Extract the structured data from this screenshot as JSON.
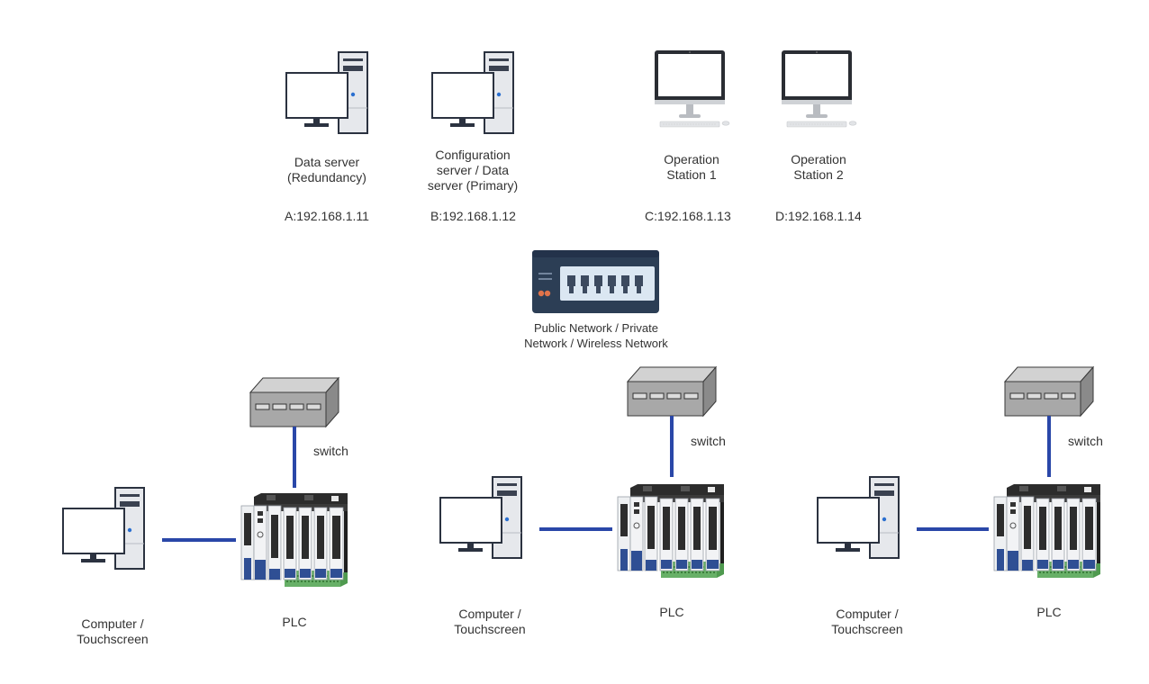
{
  "servers": [
    {
      "name": "Data server\n(Redundancy)",
      "ip": "A:192.168.1.11"
    },
    {
      "name": "Configuration\nserver / Data\nserver (Primary)",
      "ip": "B:192.168.1.12"
    }
  ],
  "stations": [
    {
      "name": "Operation\nStation 1",
      "ip": "C:192.168.1.13"
    },
    {
      "name": "Operation\nStation 2",
      "ip": "D:192.168.1.14"
    }
  ],
  "network": {
    "label": "Public Network / Private\nNetwork / Wireless Network"
  },
  "field_groups": [
    {
      "computer_label": "Computer /\nTouchscreen",
      "plc_label": "PLC",
      "switch_label": "switch"
    },
    {
      "computer_label": "Computer /\nTouchscreen",
      "plc_label": "PLC",
      "switch_label": "switch"
    },
    {
      "computer_label": "Computer /\nTouchscreen",
      "plc_label": "PLC",
      "switch_label": "switch"
    }
  ],
  "colors": {
    "link": "#2a47a8",
    "switch_body": "#a8a8a8",
    "hub_body": "#2c3e55",
    "tower": "#e6e8ec"
  }
}
